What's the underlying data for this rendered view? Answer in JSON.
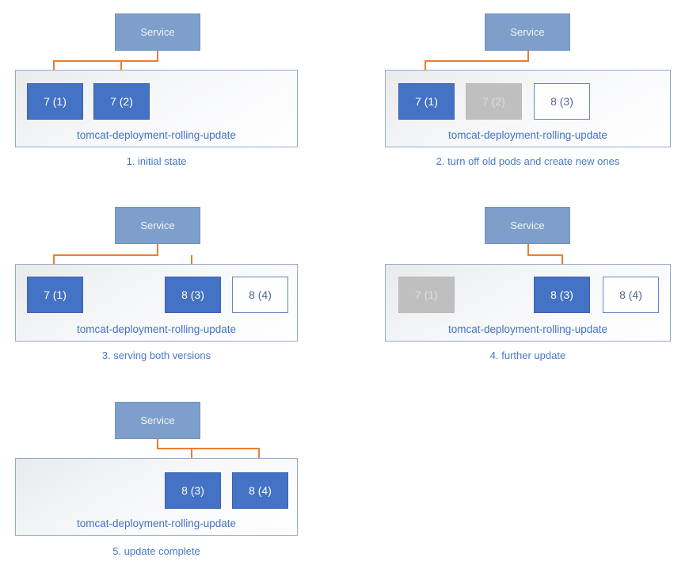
{
  "diagram": {
    "subject": "Kubernetes rolling update of a tomcat deployment",
    "colors": {
      "pod_active": "#4472C4",
      "pod_inactive": "#BFBFBF",
      "pod_new_border": "#6787C3",
      "service_fill": "#7E9FC9",
      "arrow_orange": "#ED7D31",
      "label_blue": "#4472C4"
    }
  },
  "panels": [
    {
      "caption": "1. initial state",
      "service": "Service",
      "deployment": "tomcat-deployment-rolling-update",
      "pods": [
        {
          "label": "7 (1)",
          "state": "active"
        },
        {
          "label": "7 (2)",
          "state": "active"
        }
      ],
      "service_routes_to": [
        "7 (1)",
        "7 (2)"
      ]
    },
    {
      "caption": "2. turn off old pods and create new ones",
      "service": "Service",
      "deployment": "tomcat-deployment-rolling-update",
      "pods": [
        {
          "label": "7 (1)",
          "state": "active"
        },
        {
          "label": "7 (2)",
          "state": "inactive"
        },
        {
          "label": "8 (3)",
          "state": "new"
        }
      ],
      "service_routes_to": [
        "7 (1)"
      ]
    },
    {
      "caption": "3. serving both versions",
      "service": "Service",
      "deployment": "tomcat-deployment-rolling-update",
      "pods": [
        {
          "label": "7 (1)",
          "state": "active"
        },
        {
          "label": "8 (3)",
          "state": "active"
        },
        {
          "label": "8 (4)",
          "state": "new"
        }
      ],
      "service_routes_to": [
        "7 (1)",
        "8 (3)"
      ]
    },
    {
      "caption": "4. further update",
      "service": "Service",
      "deployment": "tomcat-deployment-rolling-update",
      "pods": [
        {
          "label": "7 (1)",
          "state": "inactive"
        },
        {
          "label": "8 (3)",
          "state": "active"
        },
        {
          "label": "8 (4)",
          "state": "new"
        }
      ],
      "service_routes_to": [
        "8 (3)"
      ]
    },
    {
      "caption": "5. update complete",
      "service": "Service",
      "deployment": "tomcat-deployment-rolling-update",
      "pods": [
        {
          "label": "8 (3)",
          "state": "active"
        },
        {
          "label": "8 (4)",
          "state": "active"
        }
      ],
      "service_routes_to": [
        "8 (3)",
        "8 (4)"
      ]
    }
  ]
}
